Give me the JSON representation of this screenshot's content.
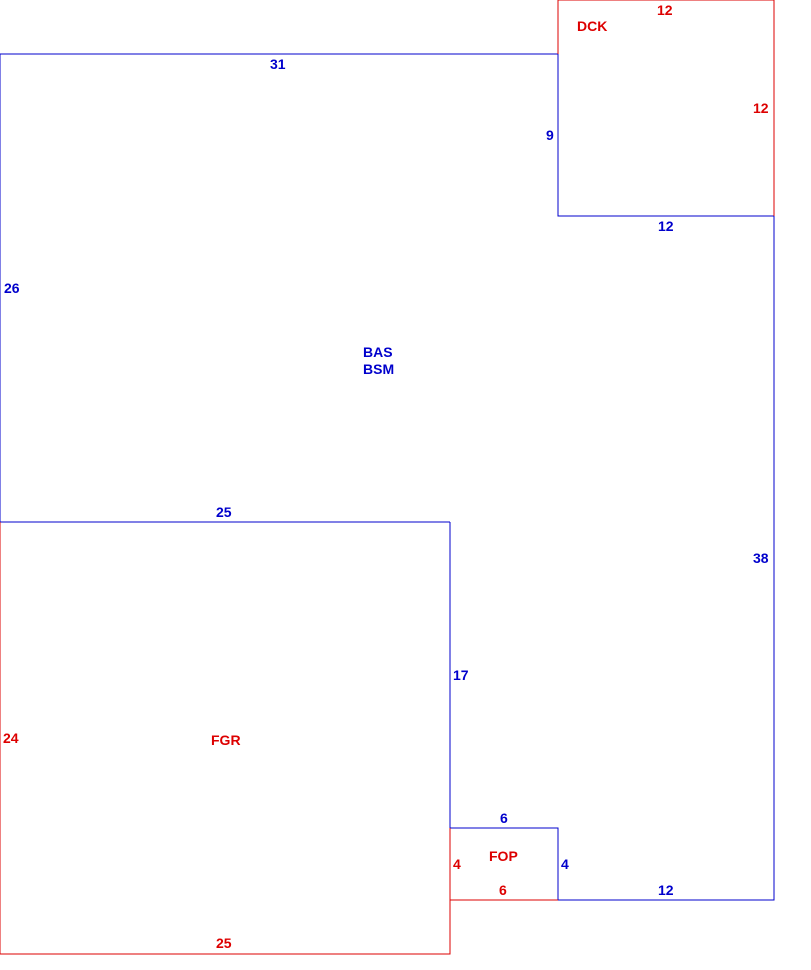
{
  "colors": {
    "blue": "#0000cc",
    "red": "#dd0000",
    "background": "#ffffff"
  },
  "areas": {
    "bas": "BAS",
    "bsm": "BSM",
    "fgr": "FGR",
    "fop": "FOP",
    "dck": "DCK"
  },
  "dimensions": {
    "bas_top": "31",
    "bas_left": "26",
    "bas_step_vertical": "9",
    "bas_step_horizontal": "12",
    "bas_right": "38",
    "bas_bottom_right": "12",
    "bas_fgr_edge": "25",
    "bas_fgr_side": "17",
    "fop_top": "6",
    "fop_right": "4",
    "fop_left": "4",
    "fop_bottom": "6",
    "fgr_left": "24",
    "fgr_bottom": "25",
    "dck_top": "12",
    "dck_right": "12"
  }
}
